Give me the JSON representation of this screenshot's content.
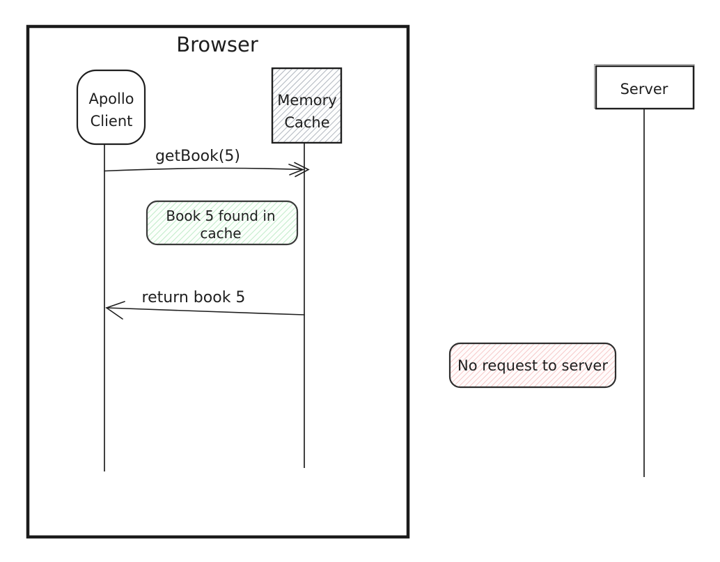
{
  "diagram": {
    "title": "Browser",
    "actors": {
      "apollo_client": {
        "line1": "Apollo",
        "line2": "Client"
      },
      "memory_cache": {
        "line1": "Memory",
        "line2": "Cache"
      },
      "server": {
        "label": "Server"
      }
    },
    "messages": {
      "get_book": {
        "label": "getBook(5)"
      },
      "return_book": {
        "label": "return book 5"
      }
    },
    "notes": {
      "cache_hit": {
        "line1": "Book 5 found in",
        "line2": "cache"
      },
      "no_request": {
        "label": "No request to server"
      }
    },
    "colors": {
      "stroke": "#1e1e1e",
      "frame": "#1b1b1b",
      "message_label": "#1971c2",
      "note_success_text": "#2f9e44",
      "note_error_text": "#e03131",
      "hatch_gray": "#a3aab4",
      "hatch_green": "#b5e7bf",
      "hatch_red": "#f4bcbc"
    }
  }
}
